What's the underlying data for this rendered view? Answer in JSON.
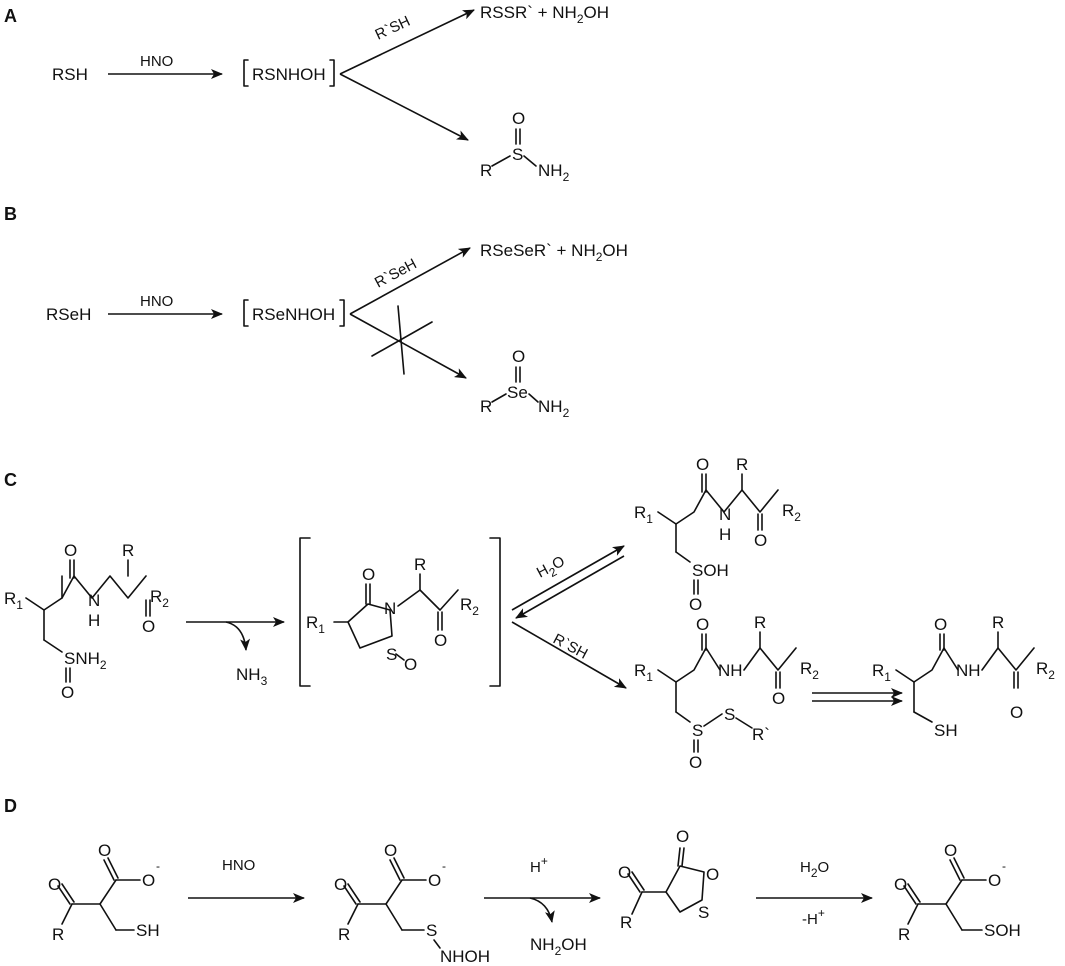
{
  "panels": {
    "a": {
      "label": "A",
      "reactant": "RSH",
      "reagent": "HNO",
      "intermediate": "RSNHOH",
      "upper_reagent": "R`SH",
      "upper_product": "RSSR` + NH",
      "upper_product_sub": "2",
      "upper_product_tail": "OH",
      "lower_product": {
        "o": "O",
        "s": "S",
        "r": "R",
        "nh": "NH",
        "sub": "2"
      }
    },
    "b": {
      "label": "B",
      "reactant": "RSeH",
      "reagent": "HNO",
      "intermediate": "RSeNHOH",
      "upper_reagent": "R`SeH",
      "upper_product": "RSeSeR` + NH",
      "upper_product_sub": "2",
      "upper_product_tail": "OH",
      "lower_product": {
        "o": "O",
        "se": "Se",
        "r": "R",
        "nh": "NH",
        "sub": "2"
      }
    },
    "c": {
      "label": "C",
      "start": {
        "r1": "R",
        "r1_sub": "1",
        "o": "O",
        "r": "R",
        "r2": "R",
        "r2_sub": "2",
        "h": "H",
        "n": "N",
        "o2": "O",
        "snh": "SNH",
        "snh_sub": "2",
        "so": "O"
      },
      "byproduct": "NH",
      "byproduct_sub": "3",
      "intermediate": {
        "r1": "R",
        "r1_sub": "1",
        "o": "O",
        "n": "N",
        "r": "R",
        "r2": "R",
        "r2_sub": "2",
        "o2": "O",
        "s": "S",
        "so": "O"
      },
      "upper_reagent": "H",
      "upper_reagent_sub": "2",
      "upper_reagent_tail": "O",
      "lower_reagent": "R`SH",
      "sulfinic": {
        "r1": "R",
        "r1_sub": "1",
        "o": "O",
        "r": "R",
        "r2": "R",
        "r2_sub": "2",
        "h": "H",
        "n": "N",
        "o2": "O",
        "soh": "SOH",
        "so": "O"
      },
      "thiosulfinate": {
        "r1": "R",
        "r1_sub": "1",
        "o": "O",
        "r": "R",
        "r2": "R",
        "r2_sub": "2",
        "nh": "NH",
        "o2": "O",
        "s1": "S",
        "s2": "S",
        "rp": "R`",
        "so": "O"
      },
      "thiol": {
        "r1": "R",
        "r1_sub": "1",
        "o": "O",
        "r": "R",
        "r2": "R",
        "r2_sub": "2",
        "nh": "NH",
        "o2": "O",
        "sh": "SH"
      }
    },
    "d": {
      "label": "D",
      "reagent1": "HNO",
      "reagent2": "H",
      "reagent2_sup": "+",
      "byproduct": "NH",
      "byproduct_sub": "2",
      "byproduct_tail": "OH",
      "reagent3": "H",
      "reagent3_sub": "2",
      "reagent3_tail": "O",
      "reagent3_minus": "-H",
      "reagent3_sup": "+",
      "m1": {
        "o": "O",
        "r": "R",
        "o2": "O",
        "charge": "-",
        "sh": "SH"
      },
      "m2": {
        "o": "O",
        "r": "R",
        "o2": "O",
        "charge": "-",
        "s": "S",
        "nhoh": "NHOH"
      },
      "m3": {
        "o": "O",
        "r": "R",
        "o2": "O",
        "o3": "O",
        "s": "S"
      },
      "m4": {
        "o": "O",
        "r": "R",
        "o2": "O",
        "charge": "-",
        "soh": "SOH"
      }
    }
  }
}
